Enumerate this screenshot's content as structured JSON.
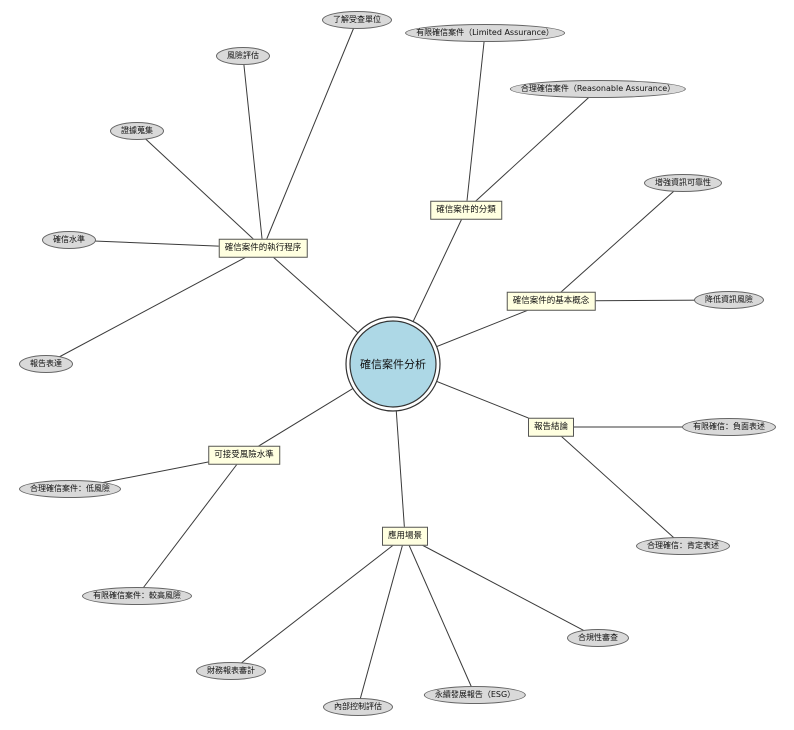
{
  "center": {
    "label": "確信案件分析"
  },
  "branches": [
    {
      "id": "procedure",
      "label": "確信案件的執行程序",
      "leaves": [
        "了解受查單位",
        "風險評估",
        "證據蒐集",
        "確信水準",
        "報告表達"
      ]
    },
    {
      "id": "classification",
      "label": "確信案件的分類",
      "leaves": [
        "有限確信案件（Limited Assurance）",
        "合理確信案件（Reasonable Assurance）"
      ]
    },
    {
      "id": "concept",
      "label": "確信案件的基本概念",
      "leaves": [
        "增強資訊可靠性",
        "降低資訊風險"
      ]
    },
    {
      "id": "conclusion",
      "label": "報告結論",
      "leaves": [
        "有限確信：負面表述",
        "合理確信：肯定表述"
      ]
    },
    {
      "id": "scenario",
      "label": "應用場景",
      "leaves": [
        "合規性審查",
        "永續發展報告（ESG）",
        "內部控制評估",
        "財務報表審計"
      ]
    },
    {
      "id": "risk",
      "label": "可接受風險水準",
      "leaves": [
        "合理確信案件：低風險",
        "有限確信案件：較高風險"
      ]
    }
  ]
}
